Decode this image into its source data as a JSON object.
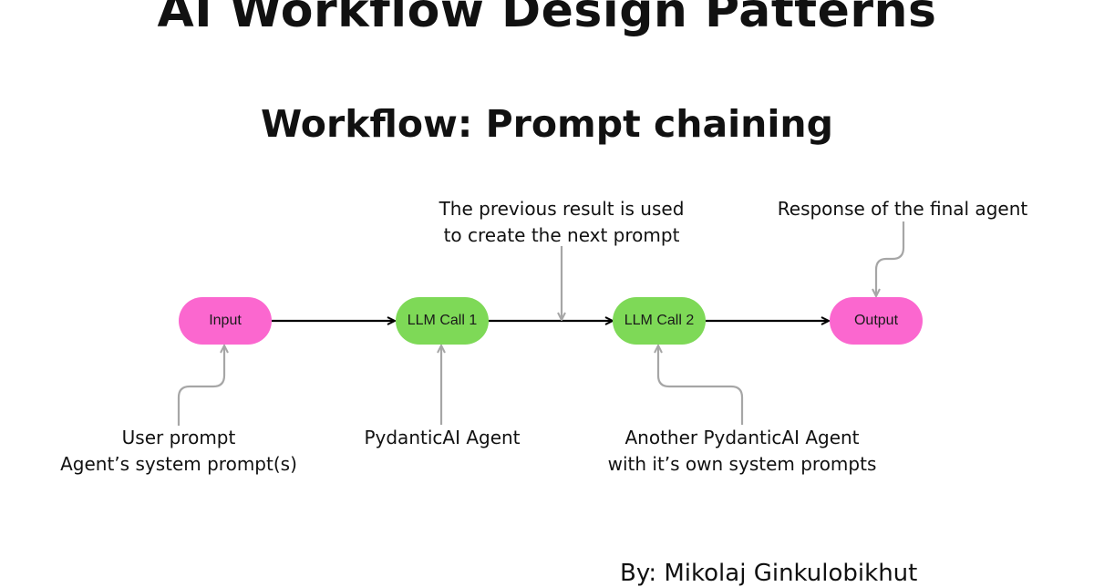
{
  "title": "AI Workflow Design Patterns",
  "subtitle": "Workflow: Prompt chaining",
  "colors": {
    "input_output": "#fb67cf",
    "llm_call": "#7ed957",
    "flow_arrow": "#000000",
    "annotation_arrow": "#a6a6a6"
  },
  "nodes": {
    "input": "Input",
    "llm1": "LLM Call 1",
    "llm2": "LLM Call 2",
    "output": "Output"
  },
  "annotations": {
    "previous_result": [
      "The previous result is used",
      "to create the next prompt"
    ],
    "final_response": [
      "Response of the final agent"
    ],
    "user_prompt": [
      "User prompt",
      "Agent’s system prompt(s)"
    ],
    "pydantic_agent": [
      "PydanticAI Agent"
    ],
    "another_agent": [
      "Another PydanticAI Agent",
      "with it’s own system prompts"
    ]
  },
  "footer": "By: Mikolaj Ginkulobikhut"
}
